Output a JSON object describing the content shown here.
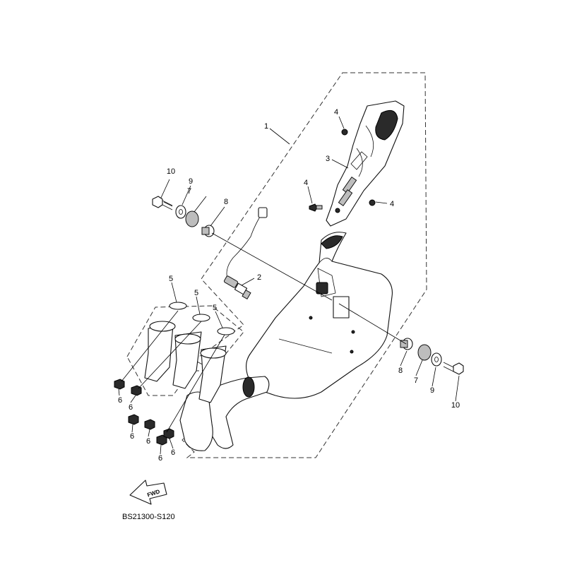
{
  "callouts": {
    "c1": "1",
    "c2": "2",
    "c3": "3",
    "c4a": "4",
    "c4b": "4",
    "c4c": "4",
    "c5a": "5",
    "c5b": "5",
    "c5c": "5",
    "c6a": "6",
    "c6b": "6",
    "c6c": "6",
    "c6d": "6",
    "c6e": "6",
    "c6f": "6",
    "c7a": "7",
    "c7b": "7",
    "c8a": "8",
    "c8b": "8",
    "c9a": "9",
    "c9b": "9",
    "c10a": "10",
    "c10b": "10"
  },
  "fwd_label": "FWD",
  "diagram_code": "BS21300-S120"
}
